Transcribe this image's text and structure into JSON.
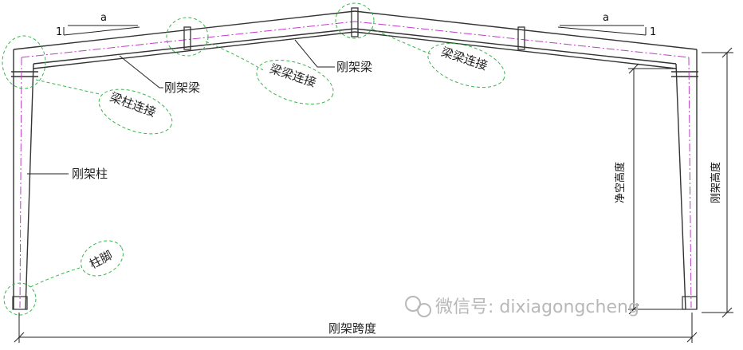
{
  "labels": {
    "rafter_left": "刚架梁",
    "rafter_ridge": "刚架梁",
    "column": "刚架柱",
    "beam_column_joint": "梁柱连接",
    "beam_beam_joint_left": "梁梁连接",
    "beam_beam_joint_right": "梁梁连接",
    "column_base": "柱脚",
    "clear_height": "净空高度",
    "frame_height": "刚架高度",
    "frame_span": "刚架跨度"
  },
  "slope": {
    "left_rise": "1",
    "left_run": "a",
    "right_rise": "1",
    "right_run": "a"
  },
  "watermark": "微信号: dixiagongcheng",
  "colors": {
    "structure": "#333333",
    "centerline": "#c03cc8",
    "callout": "#39b54a",
    "watermark": "#b8b8b8"
  }
}
